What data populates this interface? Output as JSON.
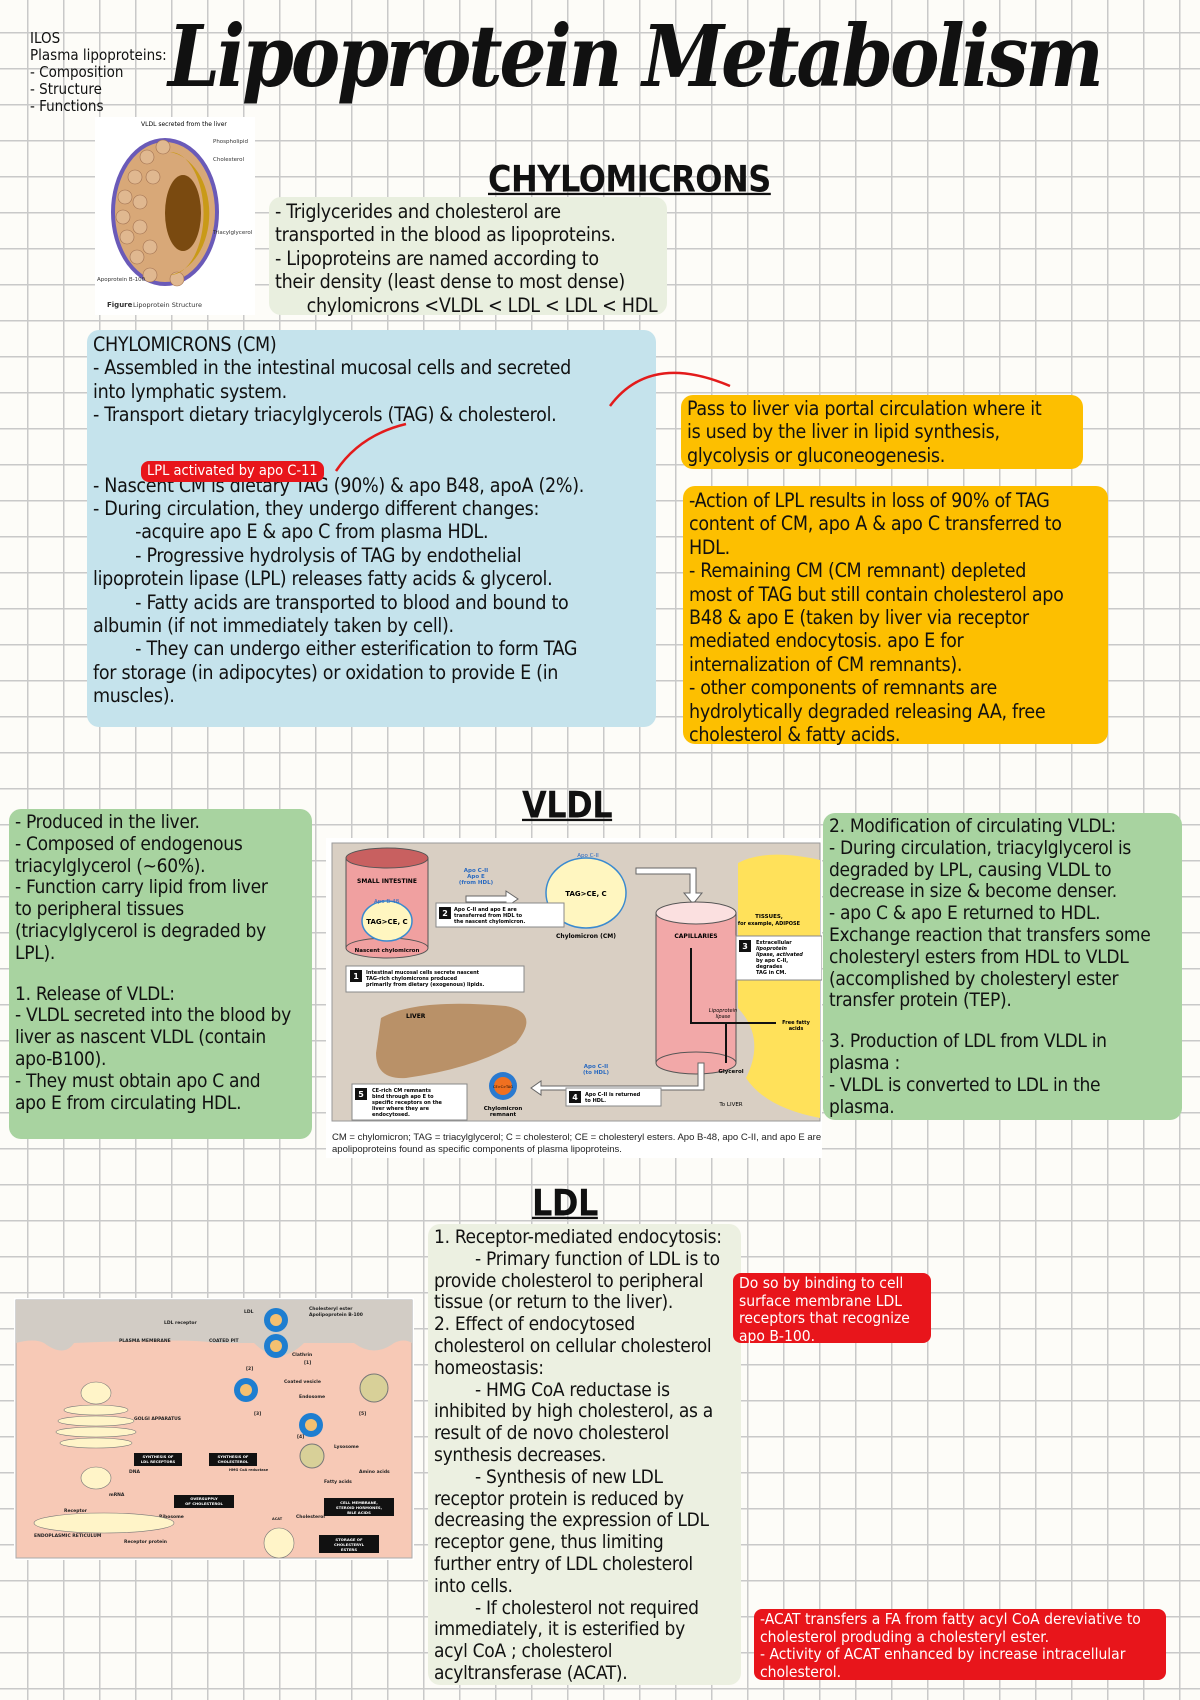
{
  "title": "Lipoprotein Metabolism",
  "ilos": {
    "lines": [
      "ILOS",
      "Plasma lipoproteins:",
      "- Composition",
      "- Structure",
      "- Functions"
    ]
  },
  "figure_lipoprotein": {
    "header": "VLDL secreted from the liver",
    "labels": [
      "Phospholipid",
      "Cholesterol",
      "Triacylglycerol",
      "Apoprotein B-100"
    ],
    "caption_bold": "Figure",
    "caption": "Lipoprotein Structure"
  },
  "chylomicrons": {
    "heading": "CHYLOMICRONS",
    "intro": {
      "lines": [
        "- Triglycerides and cholesterol are",
        "transported in the blood as lipoproteins.",
        "- Lipoproteins are named according to",
        "their density (least dense to most dense)",
        "      chylomicrons <VLDL < LDL < LDL < HDL"
      ]
    },
    "cm_box": {
      "top_lines": [
        "CHYLOMICRONS (CM)",
        "- Assembled in the intestinal mucosal cells and secreted",
        "into lymphatic system.",
        "- Transport dietary triacylglycerols (TAG) & cholesterol."
      ],
      "bottom_lines": [
        "- Nascent CM is dietary TAG (90%) & apo B48, apoA (2%).",
        "- During circulation, they undergo different changes:",
        "        -acquire apo E & apo C from plasma HDL.",
        "        - Progressive hydrolysis of TAG by endothelial",
        "lipoprotein lipase (LPL) releases fatty acids & glycerol.",
        "        - Fatty acids are transported to blood and bound to",
        "albumin (if not immediately taken by cell).",
        "        - They can undergo either esterification to form TAG",
        "for storage (in adipocytes) or oxidation to provide E (in",
        "muscles)."
      ]
    },
    "lpl_tag": "LPL activated by apo C-11",
    "portal_box": {
      "lines": [
        "Pass to liver via portal circulation where it",
        "is used by the liver in lipid synthesis,",
        "glycolysis or gluconeogenesis."
      ]
    },
    "lpl_box": {
      "lines": [
        "-Action of LPL results in loss of 90% of TAG",
        "content of CM, apo A & apo C transferred to",
        "HDL.",
        "- Remaining CM (CM remnant) depleted",
        "most of TAG but still contain cholesterol apo",
        "B48 & apo E (taken by liver via receptor",
        "mediated endocytosis. apo E for",
        "internalization of CM remnants).",
        "- other components of remnants are",
        "hydrolytically degraded releasing AA, free",
        "cholesterol & fatty acids."
      ]
    }
  },
  "vldl": {
    "heading": "VLDL",
    "left_box": {
      "lines": [
        "- Produced in the liver.",
        "- Composed of endogenous",
        "triacylglycerol (~60%).",
        "- Function carry lipid from liver",
        "to peripheral tissues",
        "(triacylglycerol is degraded by",
        "LPL).",
        "",
        "1. Release of VLDL:",
        "- VLDL secreted into the blood by",
        "liver as nascent VLDL (contain",
        "apo-B100).",
        "- They must obtain apo C and",
        "apo E from circulating HDL."
      ]
    },
    "right_box": {
      "lines": [
        "2. Modification of circulating VLDL:",
        "- During circulation, triacylglycerol is",
        "degraded by LPL, causing VLDL to",
        "decrease in size & become denser.",
        "- apo C & apo E returned to HDL.",
        "Exchange reaction that transfers some",
        "cholesteryl esters from HDL to VLDL",
        "(accomplished by cholesteryl ester",
        "transfer protein (TEP).",
        "",
        "3. Production of LDL from VLDL in",
        "plasma :",
        "- VLDL is converted to LDL in the",
        "plasma."
      ]
    },
    "diagram": {
      "small_intestine": "SMALL INTESTINE",
      "apo_b48": "Apo B-48",
      "tag_ce_c": "TAG>CE, C",
      "nascent": "Nascent chylomicron",
      "apo_from_hdl": [
        "Apo C-II",
        "Apo E",
        "(from HDL)"
      ],
      "chylomicron_label": "Chylomicron (CM)",
      "apo_cii": "Apo C-II",
      "apo_e": "Apo E",
      "capillaries": "CAPILLARIES",
      "tissues": [
        "TISSUES,",
        "for example, ADIPOSE"
      ],
      "liver": "LIVER",
      "lipoprotein_lipase": [
        "Lipoprotein",
        "lipase"
      ],
      "free_fatty_acids": [
        "Free fatty",
        "acids"
      ],
      "glycerol": "Glycerol",
      "to_liver": "To LIVER",
      "apo_to_hdl": [
        "Apo C-II",
        "(to HDL)"
      ],
      "remnant": [
        "Chylomicron",
        "remnant"
      ],
      "remnant_core": "CE>C>TAG",
      "steps": [
        {
          "n": "1",
          "lines": [
            "Intestinal mucosal cells secrete nascent",
            "TAG-rich chylomicrons produced",
            "primarily from dietary (exogenous) lipids."
          ]
        },
        {
          "n": "2",
          "lines": [
            "Apo C-II and apo E are",
            "transferred from HDL to",
            "the nascent chylomicron."
          ]
        },
        {
          "n": "3",
          "lines": [
            "Extracellular",
            "lipoprotein",
            "lipase, activated",
            "by apo C-II,",
            "degrades",
            "TAG in CM."
          ]
        },
        {
          "n": "4",
          "lines": [
            "Apo C-II is returned",
            "to HDL."
          ]
        },
        {
          "n": "5",
          "lines": [
            "CE-rich CM remnants",
            "bind through apo E to",
            "specific receptors on the",
            "liver where they are",
            "endocytosed."
          ]
        }
      ],
      "caption": [
        "CM = chylomicron; TAG = triacylglycerol; C = cholesterol; CE = cholesteryl esters. Apo B-48, apo C-II, and apo E are",
        "apolipoproteins found as specific components of plasma lipoproteins."
      ]
    }
  },
  "ldl": {
    "heading": "LDL",
    "main_box": {
      "lines": [
        "1. Receptor-mediated endocytosis:",
        "        - Primary function of LDL is to",
        "provide cholesterol to peripheral",
        "tissue (or return to the liver).",
        "2. Effect of endocytosed",
        "cholesterol on cellular cholesterol",
        "homeostasis:",
        "        - HMG CoA reductase is",
        "inhibited by high cholesterol, as a",
        "result of de novo cholesterol",
        "synthesis decreases.",
        "        - Synthesis of new LDL",
        "receptor protein is reduced by",
        "decreasing the expression of LDL",
        "receptor gene, thus limiting",
        "further entry of LDL cholesterol",
        "into cells.",
        "        - If cholesterol not required",
        "immediately, it is esterified by",
        "acyl CoA ; cholesterol",
        "acyltransferase (ACAT)."
      ]
    },
    "receptor_tag": {
      "lines": [
        "Do so by binding to cell",
        "surface membrane LDL",
        "receptors that recognize",
        "apo B-100."
      ]
    },
    "acat_tag": {
      "lines": [
        "-ACAT transfers a FA from fatty acyl CoA dereviative to",
        "cholesterol produding a cholesteryl ester.",
        "- Activity of ACAT enhanced by increase intracellular",
        "cholesterol."
      ]
    },
    "diagram": {
      "ldl": "LDL",
      "cholesteryl_ester": "Cholesteryl ester",
      "apob100": "Apolipoprotein B-100",
      "ldl_receptor": "LDL receptor",
      "plasma_membrane": "PLASMA MEMBRANE",
      "coated_pit": "COATED PIT",
      "clathrin": "Clathrin",
      "coated_vesicle": "Coated vesicle",
      "endosome": "Endosome",
      "lysosome": "Lysosome",
      "golgi": "GOLGI APPARATUS",
      "amino_acids": "Amino acids",
      "fatty_acids": "Fatty acids",
      "synth_receptors": [
        "SYNTHESIS OF",
        "LDL RECEPTORS"
      ],
      "synth_chol": [
        "SYNTHESIS OF",
        "CHOLESTEROL"
      ],
      "dna": "DNA",
      "mrna": "mRNA",
      "hmg": "HMG CoA reductase",
      "oversupply": [
        "OVERSUPPLY",
        "OF CHOLESTEROL"
      ],
      "cell_membrane": [
        "CELL MEMBRANE,",
        "STEROID HORMONES,",
        "BILE ACIDS"
      ],
      "cholesterol": "Cholesterol",
      "acat": "ACAT",
      "storage": [
        "STORAGE OF",
        "CHOLESTERYL",
        "ESTERS"
      ],
      "receptor": "Receptor",
      "ribosome": "Ribosome",
      "er": "ENDOPLASMIC RETICULUM",
      "receptor_protein": "Receptor protein",
      "steps": [
        "[1]",
        "[2]",
        "[3]",
        "[4]",
        "[5]"
      ]
    }
  },
  "colors": {
    "green_light": "#e9efdf",
    "blue": "#c5e3ec",
    "orange": "#fdbf00",
    "green": "#a8d3a0",
    "red": "#ec1318"
  }
}
